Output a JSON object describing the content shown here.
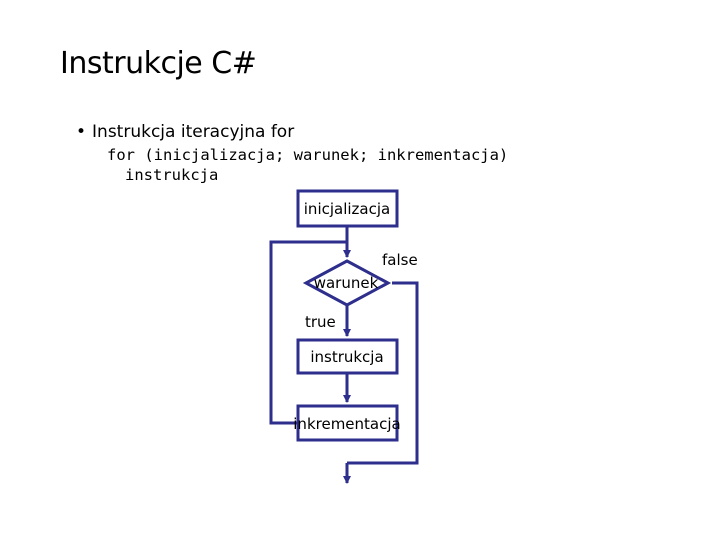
{
  "slide": {
    "title": "Instrukcje C#",
    "bullet": "Instrukcja iteracyjna for",
    "code_line1": "for (inicjalizacja; warunek; inkrementacja)",
    "code_line2": "instrukcja"
  },
  "flowchart": {
    "init_label": "inicjalizacja",
    "condition_label": "warunek",
    "false_label": "false",
    "true_label": "true",
    "body_label": "instrukcja",
    "increment_label": "inkrementacja"
  },
  "colors": {
    "stroke": "#2e2e8c",
    "text": "#000000",
    "background": "#ffffff"
  }
}
